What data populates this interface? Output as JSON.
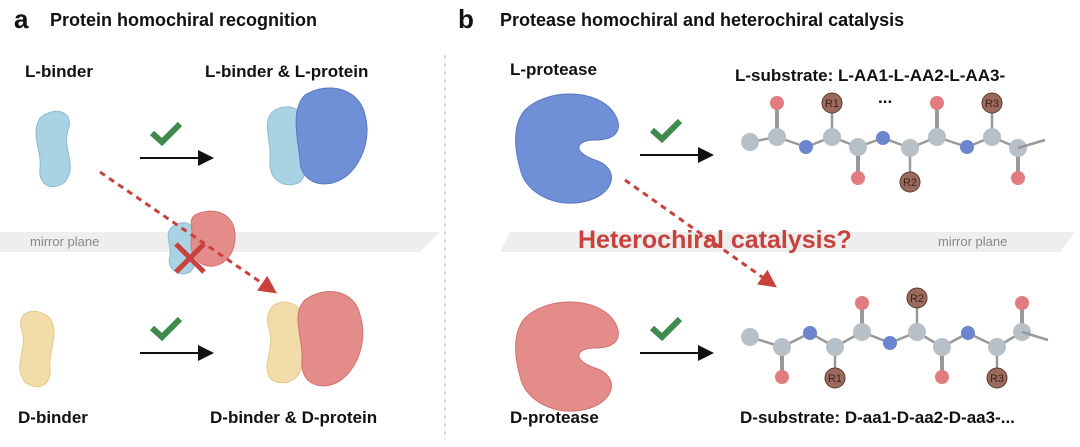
{
  "panel_a": {
    "letter": "a",
    "title": "Protein homochiral recognition",
    "l_binder": "L-binder",
    "l_complex": "L-binder & L-protein",
    "d_binder": "D-binder",
    "d_complex": "D-binder & D-protein",
    "mirror_plane": "mirror plane"
  },
  "panel_b": {
    "letter": "b",
    "title": "Protease homochiral and heterochiral catalysis",
    "l_protease": "L-protease",
    "d_protease": "D-protease",
    "l_substrate": "L-substrate: L-AA1-L-AA2-L-AA3-",
    "d_substrate": "D-substrate: D-aa1-D-aa2-D-aa3-...",
    "ellipsis": "...",
    "question": "Heterochiral catalysis?",
    "mirror_plane": "mirror plane",
    "r_groups": [
      "R1",
      "R2",
      "R3"
    ]
  },
  "colors": {
    "l_protein": "#6f8fd6",
    "l_binder": "#a9d2e3",
    "d_protein": "#e48c8a",
    "d_binder": "#f2dcaa",
    "check": "#3f8a4e",
    "red_arrow": "#c8413d",
    "carbon": "#b7bfc7",
    "nitrogen": "#6c85cf",
    "oxygen": "#e07c80",
    "r_group": "#9c6a5c"
  }
}
